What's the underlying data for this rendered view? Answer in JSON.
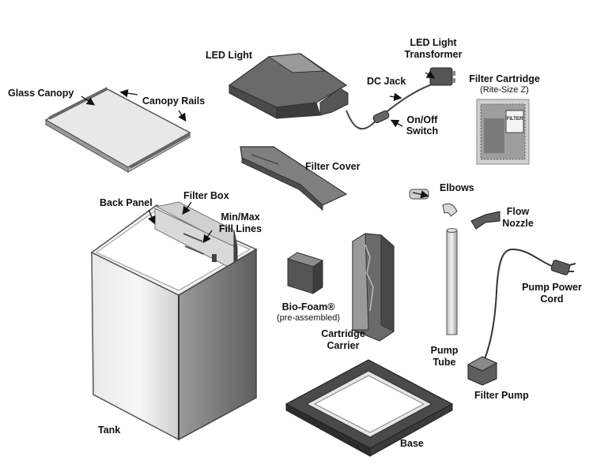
{
  "labels": {
    "glass_canopy": "Glass Canopy",
    "canopy_rails": "Canopy Rails",
    "led_light": "LED Light",
    "led_transformer_1": "LED Light",
    "led_transformer_2": "Transformer",
    "dc_jack": "DC Jack",
    "on_off_1": "On/Off",
    "on_off_2": "Switch",
    "filter_cartridge": "Filter Cartridge",
    "filter_cartridge_size": "(Rite-Size Z)",
    "filter_cover": "Filter Cover",
    "elbows": "Elbows",
    "flow_nozzle_1": "Flow",
    "flow_nozzle_2": "Nozzle",
    "back_panel": "Back Panel",
    "filter_box": "Filter Box",
    "fill_lines_1": "Min/Max",
    "fill_lines_2": "Fill Lines",
    "pump_power_cord_1": "Pump Power",
    "pump_power_cord_2": "Cord",
    "bio_foam": "Bio-Foam®",
    "bio_foam_note": "(pre-assembled)",
    "cartridge_carrier_1": "Cartridge",
    "cartridge_carrier_2": "Carrier",
    "pump_tube_1": "Pump",
    "pump_tube_2": "Tube",
    "filter_pump": "Filter Pump",
    "tank": "Tank",
    "base": "Base"
  },
  "cartridge_package_text": "FILTER"
}
